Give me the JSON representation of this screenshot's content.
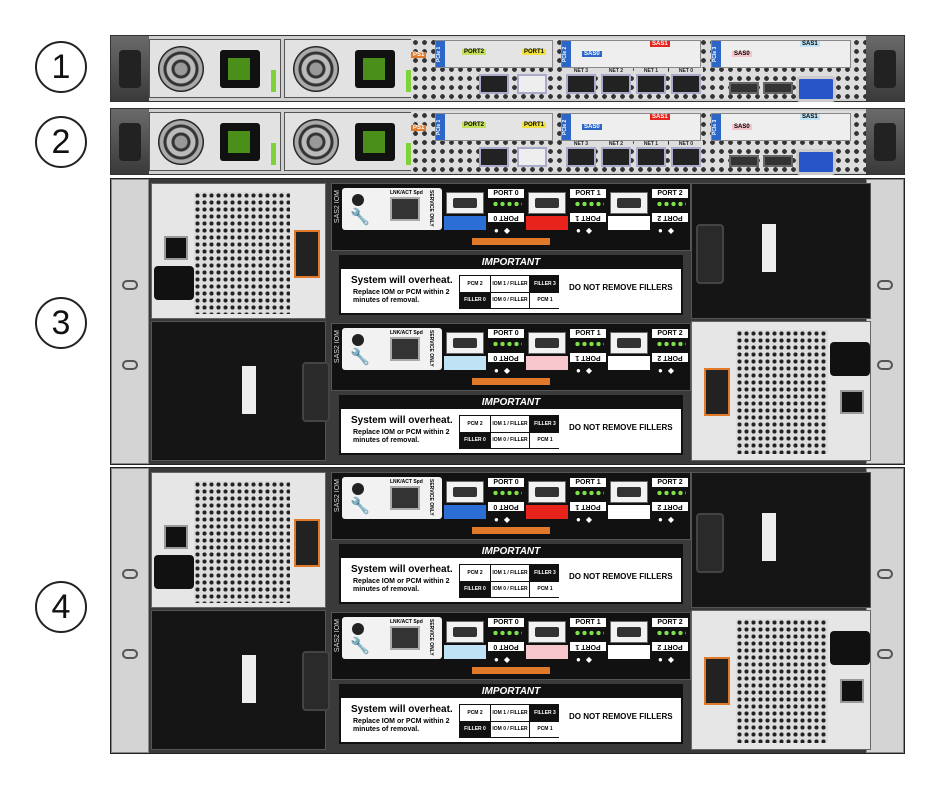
{
  "callouts": [
    "1",
    "2",
    "3",
    "4"
  ],
  "server": {
    "ps_tag": "PS1",
    "pci1_label": "PCIe 1",
    "port2": "PORT2",
    "port1": "PORT1",
    "pci2_label": "PCIe 2",
    "pci3_label": "PCIe 3",
    "sas0": "SAS0",
    "sas1": "SAS1",
    "net_labels": [
      "NET 3",
      "NET 2",
      "NET 1",
      "NET 0"
    ]
  },
  "iom": {
    "side": "SAS2  IOM",
    "lnk": "LNK/ACT  Spd",
    "service": "SERVICE ONLY",
    "ports": [
      "PORT 0",
      "PORT 1",
      "PORT 2"
    ],
    "port_colors_primary": [
      "#2b6fd6",
      "#e8231c",
      "#ffffff"
    ],
    "port_colors_secondary": [
      "#bfe3f5",
      "#f6c6cc",
      "#ffffff"
    ]
  },
  "label": {
    "header": "IMPORTANT",
    "warning": "System will overheat.",
    "replace": "Replace IOM or PCM within 2 minutes of removal.",
    "grid": [
      "PCM 2",
      "IOM 1 / FILLER",
      "FILLER 3",
      "FILLER 0",
      "IOM 0 / FILLER",
      "PCM 1"
    ],
    "do_not_remove": "DO NOT REMOVE FILLERS"
  },
  "colors": {
    "led_green": "#7ee04a",
    "lever_orange": "#e07a2a",
    "vga_blue": "#2856c8"
  }
}
